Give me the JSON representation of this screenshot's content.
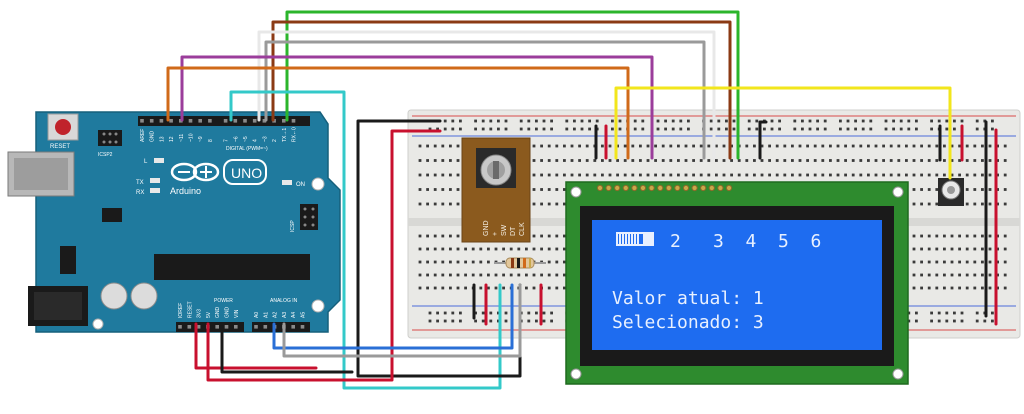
{
  "arduino": {
    "reset_label": "RESET",
    "icsp2_label": "ICSP2",
    "icsp_label": "ICSP",
    "brand": "Arduino",
    "model": "UNO",
    "on_label": "ON",
    "l_label": "L",
    "tx_label": "TX",
    "rx_label": "RX",
    "digital_label": "DIGITAL (PWM=~)",
    "power_label": "POWER",
    "analog_label": "ANALOG IN",
    "top_pins": [
      "AREF",
      "GND",
      "13",
      "12",
      "~11",
      "~10",
      "~9",
      "8",
      "7",
      "~6",
      "~5",
      "4",
      "~3",
      "2",
      "TX→1",
      "RX←0"
    ],
    "bottom_pins": [
      "IOREF",
      "RESET",
      "3V3",
      "5V",
      "GND",
      "GND",
      "VIN",
      "A0",
      "A1",
      "A2",
      "A3",
      "A4",
      "A5"
    ]
  },
  "encoder": {
    "pins": [
      "CLK",
      "DT",
      "SW",
      "+",
      "GND"
    ]
  },
  "lcd": {
    "line1": "3  4  5  6",
    "line1_prefix": "2",
    "line3": "Valor atual: 1",
    "line4": "Selecionado: 3"
  },
  "colors": {
    "arduino_board": "#1f7a9e",
    "lcd_pcb": "#2e8b2e",
    "lcd_screen": "#1e6cf0",
    "wire_red": "#c8102e",
    "wire_black": "#1a1a1a",
    "wire_green": "#2bb52b",
    "wire_brown": "#8b3a14",
    "wire_gray": "#9a9a9a",
    "wire_white": "#e8e8e8",
    "wire_purple": "#9b3d9b",
    "wire_orange": "#d06a1a",
    "wire_cyan": "#33c9c9",
    "wire_blue": "#2a6fd6",
    "wire_yellow": "#f2e61c"
  }
}
